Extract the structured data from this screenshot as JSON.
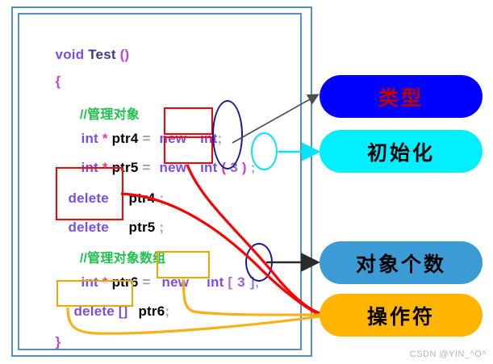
{
  "frame": {
    "border_color": "#5b8fc0"
  },
  "code": {
    "lines": [
      {
        "id": "signature",
        "parts": [
          {
            "t": "void ",
            "c": "kw"
          },
          {
            "t": "Test ",
            "c": "fn"
          },
          {
            "t": "()",
            "c": "pn"
          }
        ]
      },
      {
        "id": "open-brace",
        "parts": [
          {
            "t": "{",
            "c": "pn"
          }
        ]
      },
      {
        "id": "comment-obj",
        "parts": [
          {
            "t": "//管理对象",
            "c": "cm"
          }
        ]
      },
      {
        "id": "ptr4-decl",
        "parts": [
          {
            "t": "int",
            "c": "kw"
          },
          {
            "t": " * ",
            "c": "star"
          },
          {
            "t": "ptr4",
            "c": "blk"
          },
          {
            "t": " = ",
            "c": "eq"
          },
          {
            "t": "new",
            "c": "kw"
          },
          {
            "t": " int",
            "c": "kw"
          },
          {
            "t": ";",
            "c": "semi"
          }
        ]
      },
      {
        "id": "ptr5-decl",
        "parts": [
          {
            "t": "int",
            "c": "kw"
          },
          {
            "t": " * ",
            "c": "star"
          },
          {
            "t": "ptr5",
            "c": "blk"
          },
          {
            "t": " = ",
            "c": "eq"
          },
          {
            "t": "new",
            "c": "kw"
          },
          {
            "t": " int",
            "c": "kw"
          },
          {
            "t": " (",
            "c": "pn"
          },
          {
            "t": "3",
            "c": "num"
          },
          {
            "t": ")",
            "c": "pn"
          },
          {
            "t": " ;",
            "c": "semi"
          }
        ]
      },
      {
        "id": "delete-ptr4",
        "parts": [
          {
            "t": "delete",
            "c": "kw"
          },
          {
            "t": "     ptr4",
            "c": "blk"
          },
          {
            "t": " ;",
            "c": "semi"
          }
        ]
      },
      {
        "id": "delete-ptr5",
        "parts": [
          {
            "t": "delete",
            "c": "kw"
          },
          {
            "t": "     ptr5",
            "c": "blk"
          },
          {
            "t": " ;",
            "c": "semi"
          }
        ]
      },
      {
        "id": "comment-arr",
        "parts": [
          {
            "t": "//管理对象数组",
            "c": "cm"
          }
        ]
      },
      {
        "id": "ptr6-decl",
        "parts": [
          {
            "t": "int",
            "c": "kw"
          },
          {
            "t": " * ",
            "c": "star"
          },
          {
            "t": "ptr6",
            "c": "blk"
          },
          {
            "t": " = ",
            "c": "eq"
          },
          {
            "t": "new",
            "c": "kw"
          },
          {
            "t": " int",
            "c": "kw"
          },
          {
            "t": " [",
            "c": "brk"
          },
          {
            "t": "3",
            "c": "num"
          },
          {
            "t": "]",
            "c": "brk"
          },
          {
            "t": ";",
            "c": "semi"
          }
        ]
      },
      {
        "id": "delete-arr",
        "parts": [
          {
            "t": "delete []",
            "c": "kw"
          },
          {
            "t": " ptr6",
            "c": "blk"
          },
          {
            "t": ";",
            "c": "semi"
          }
        ]
      },
      {
        "id": "close-brace",
        "parts": [
          {
            "t": "}",
            "c": "pn"
          }
        ]
      }
    ]
  },
  "callouts": [
    {
      "id": "type",
      "label": "类型",
      "bg": "#0000ff",
      "text_color": "#c00000"
    },
    {
      "id": "initialization",
      "label": "初始化",
      "bg": "#00f0ff",
      "text_color": "#000000"
    },
    {
      "id": "object-count",
      "label": "对象个数",
      "bg": "#3b9bd5",
      "text_color": "#000000"
    },
    {
      "id": "operator",
      "label": "操作符",
      "bg": "#ffb400",
      "text_color": "#000000"
    }
  ],
  "annotations": {
    "red_boxes": [
      "new (ptr4)",
      "new (ptr5)",
      "delete delete"
    ],
    "orange_boxes": [
      "new (ptr6)",
      "delete []"
    ],
    "navy_ellipses": [
      "int int",
      "3"
    ],
    "cyan_ellipse": "3"
  },
  "watermark": {
    "text": "CSDN @YIN_^O^"
  }
}
